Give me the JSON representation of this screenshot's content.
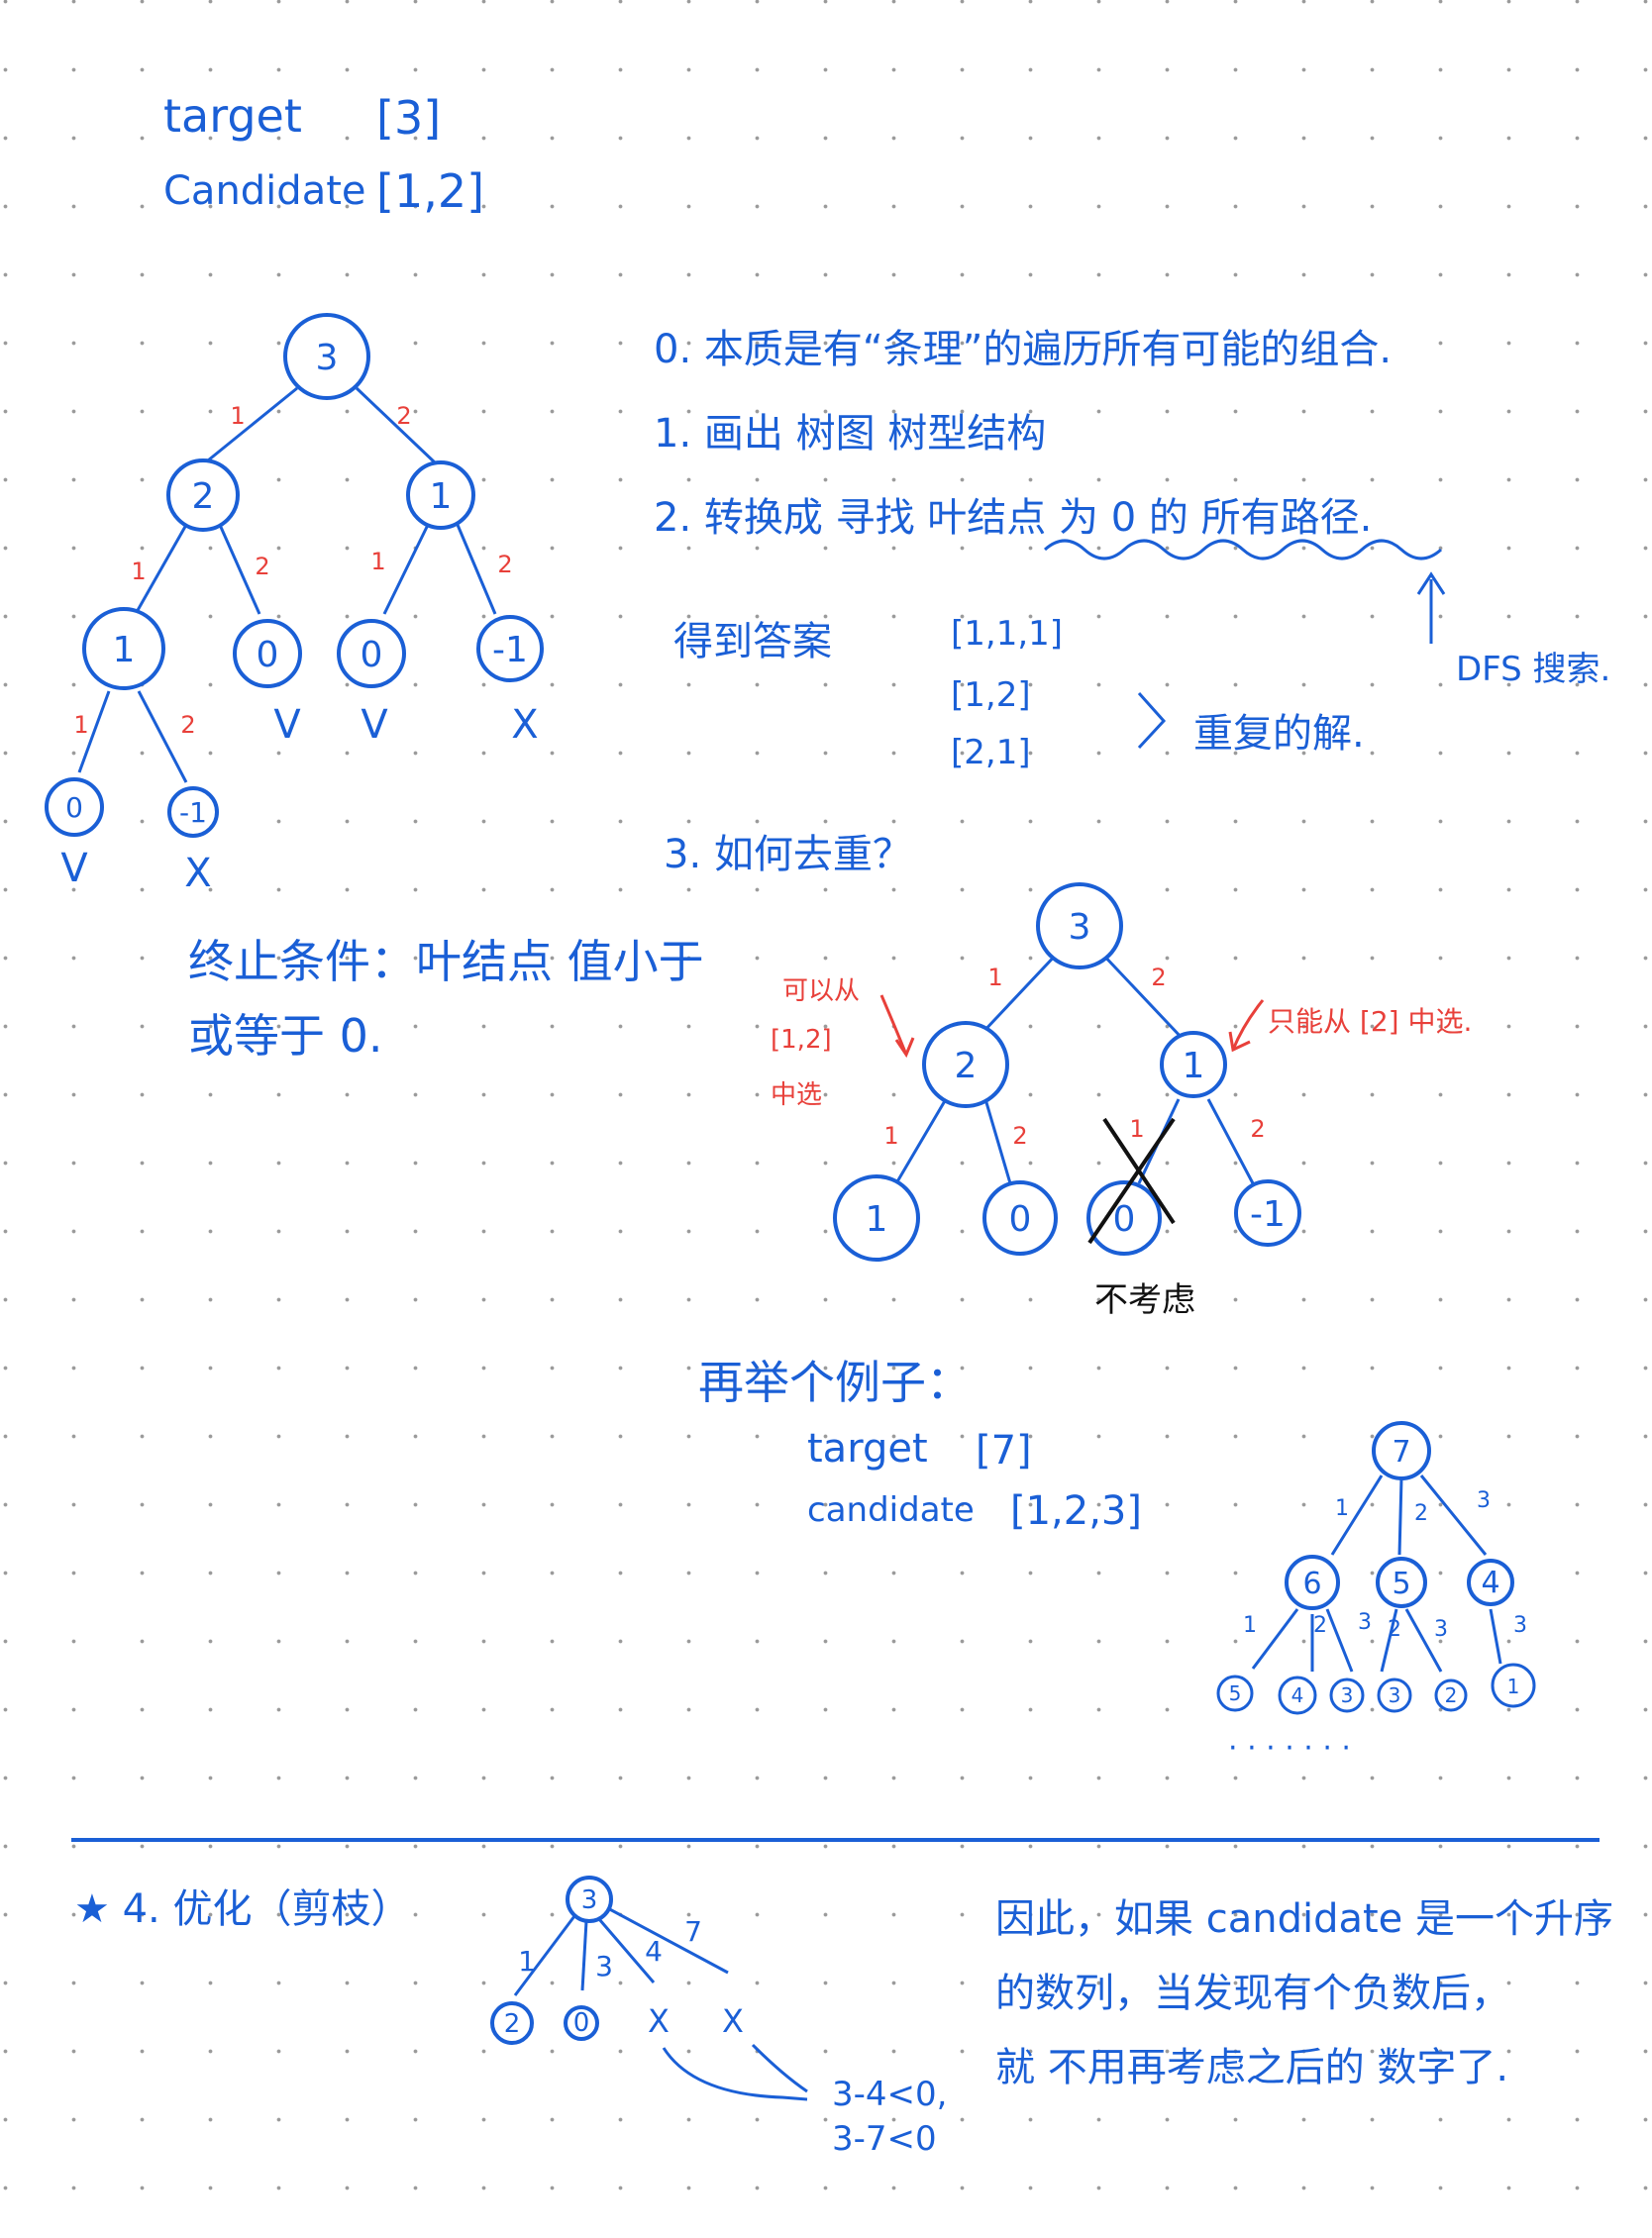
{
  "header": {
    "target_label": "target",
    "target_value": "[3]",
    "candidate_label": "Candidate",
    "candidate_value": "[1,2]"
  },
  "tree1": {
    "root": "3",
    "level1": [
      "2",
      "1"
    ],
    "level2": [
      "1",
      "0",
      "0",
      "-1"
    ],
    "level3": [
      "0",
      "-1"
    ],
    "edge_one": "1",
    "edge_two": "2",
    "marks": [
      "V",
      "V",
      "X",
      "V",
      "X"
    ]
  },
  "termination": {
    "line1": "终止条件：叶结点 值小于",
    "line2": "或等于 0."
  },
  "steps": {
    "s0": "0.  本质是有“条理”的遍历所有可能的组合.",
    "s1": "1.  画出 树图 树型结构",
    "s2": "2.  转换成 寻找 叶结点 为 0 的 所有路径.",
    "dfs": "DFS 搜索."
  },
  "answers": {
    "label": "得到答案",
    "items": [
      "[1,1,1]",
      "[1,2]",
      "[2,1]"
    ],
    "dup_note": "重复的解."
  },
  "dedupe": {
    "heading": "3.  如何去重？",
    "root": "3",
    "level1": [
      "2",
      "1"
    ],
    "level2": [
      "1",
      "0",
      "0",
      "-1"
    ],
    "edge_one": "1",
    "edge_two": "2",
    "left_note_1": "可以从",
    "left_note_2": "[1,2]",
    "left_note_3": "中选",
    "right_note": "只能从 [2] 中选.",
    "cross_note": "不考虑"
  },
  "example2": {
    "heading": "再举个例子：",
    "target_label": "target",
    "target_value": "[7]",
    "candidate_label": "candidate",
    "candidate_value": "[1,2,3]",
    "root": "7",
    "level1": [
      "6",
      "5",
      "4"
    ],
    "level2": [
      "5",
      "4",
      "3",
      "3",
      "2",
      "1"
    ],
    "edge_labels": [
      "1",
      "2",
      "3"
    ],
    "ellipsis": "· · · · · · ·"
  },
  "optimization": {
    "heading": "★ 4. 优化（剪枝）",
    "root": "3",
    "children": [
      "2",
      "0",
      "X",
      "X"
    ],
    "edge_labels": [
      "1",
      "3",
      "4",
      "7"
    ],
    "calc_1": "3-4<0,",
    "calc_2": "3-7<0",
    "note_1": "因此，如果 candidate 是一个升序",
    "note_2": "的数列，当发现有个负数后，",
    "note_3": "就 不用再考虑之后的 数字了."
  },
  "colors": {
    "ink_blue": "#1a5fd6",
    "ink_red": "#e8403a",
    "ink_black": "#111111",
    "dots": "#9a9a9a"
  }
}
